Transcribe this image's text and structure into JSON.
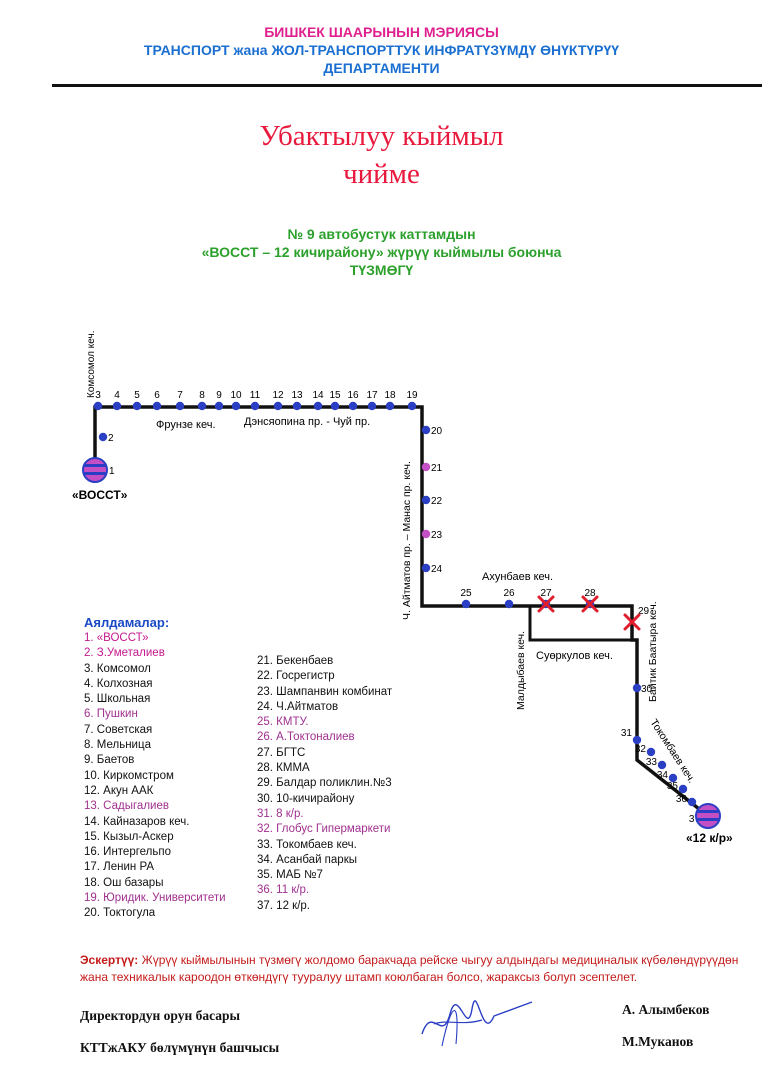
{
  "header": {
    "line1": "БИШКЕК ШААРЫНЫН МЭРИЯСЫ",
    "line2": "ТРАНСПОРТ жана ЖОЛ-ТРАНСПОРТТУК ИНФРАТҮЗҮМДҮ ӨНҮКТҮРҮҮ",
    "line3": "ДЕПАРТАМЕНТИ"
  },
  "title": {
    "line1": "Убактылуу кыймыл",
    "line2": "чийме"
  },
  "subtitle": {
    "line1": "№ 9 автобустук каттамдын",
    "line2": "«ВОССТ – 12 кичирайону» жүрүү кыймылы боюнча",
    "line3": "ТҮЗМӨГҮ"
  },
  "map": {
    "streets": {
      "komsomol": "Комсомол кеч.",
      "frunze": "Фрунзе кеч.",
      "dzerzhinka": "Дэнсяопина пр. - Чуй пр.",
      "aitmatov": "Ч. Айтматов пр. – Манас пр. кеч.",
      "akhunbaev": "Ахунбаев кеч.",
      "maldybaev": "Малдыбаев кеч.",
      "suyorkulov": "Суөркулов кеч.",
      "baitik": "Байтик Баатыра кеч.",
      "tokombaev": "Токомбаев кеч."
    },
    "terminals": {
      "start": "«ВОССТ»",
      "end": "«12 к/р»"
    },
    "stop_numbers": [
      "1",
      "2",
      "3",
      "4",
      "5",
      "6",
      "7",
      "8",
      "9",
      "10",
      "11",
      "12",
      "13",
      "14",
      "15",
      "16",
      "17",
      "18",
      "19",
      "20",
      "21",
      "22",
      "23",
      "24",
      "25",
      "26",
      "27",
      "28",
      "29",
      "30",
      "31",
      "32",
      "33",
      "34",
      "35",
      "36",
      "37"
    ],
    "closed_stops": [
      "27",
      "28",
      "29"
    ],
    "colors": {
      "route": "#111111",
      "stop": "#2a3fc4",
      "stop_alt": "#c44fc4",
      "closed": "#e01e2e"
    }
  },
  "legend": {
    "title": "Аялдамалар:",
    "col1": [
      {
        "text": "1. «ВОССТ»",
        "color": "#c41a8f"
      },
      {
        "text": "2.  З.Уметалиев",
        "color": "#c41a8f"
      },
      {
        "text": "3. Комсомол",
        "color": "#111111"
      },
      {
        "text": "4. Колхозная",
        "color": "#111111"
      },
      {
        "text": "5. Школьная",
        "color": "#111111"
      },
      {
        "text": "6. Пушкин",
        "color": "#a0308f"
      },
      {
        "text": "7. Советская",
        "color": "#111111"
      },
      {
        "text": "8. Мельница",
        "color": "#111111"
      },
      {
        "text": "9. Баетов",
        "color": "#111111"
      },
      {
        "text": "10. Киркомстром",
        "color": "#111111"
      },
      {
        "text": "12. Акун ААК",
        "color": "#111111"
      },
      {
        "text": "13. Садыгалиев",
        "color": "#a0308f"
      },
      {
        "text": "14. Кайназаров кеч.",
        "color": "#111111"
      },
      {
        "text": "15. Кызыл-Аскер",
        "color": "#111111"
      },
      {
        "text": "16. Интергельпо",
        "color": "#111111"
      },
      {
        "text": "17. Ленин РА",
        "color": "#111111"
      },
      {
        "text": "18. Ош базары",
        "color": "#111111"
      },
      {
        "text": "19. Юридик. Университети",
        "color": "#a0308f"
      },
      {
        "text": "20. Токтогула",
        "color": "#111111"
      }
    ],
    "col2": [
      {
        "text": "21. Бекенбаев",
        "color": "#111111"
      },
      {
        "text": "22. Госрегистр",
        "color": "#111111"
      },
      {
        "text": "23. Шампанвин комбинат",
        "color": "#111111"
      },
      {
        "text": "24. Ч.Айтматов",
        "color": "#111111"
      },
      {
        "text": "25. КМТУ.",
        "color": "#a0308f"
      },
      {
        "text": "26. А.Токтоналиев",
        "color": "#a0308f"
      },
      {
        "text": "27. БГТС",
        "color": "#111111"
      },
      {
        "text": "28. КММА",
        "color": "#111111"
      },
      {
        "text": "29. Балдар поликлин.№3",
        "color": "#111111"
      },
      {
        "text": "30. 10-кичирайону",
        "color": "#111111"
      },
      {
        "text": "31. 8 к/р.",
        "color": "#a0308f"
      },
      {
        "text": "32. Глобус Гипермаркети",
        "color": "#a0308f"
      },
      {
        "text": "33. Токомбаев кеч.",
        "color": "#111111"
      },
      {
        "text": "34. Асанбай паркы",
        "color": "#111111"
      },
      {
        "text": "35. МАБ №7",
        "color": "#111111"
      },
      {
        "text": "36. 11 к/р.",
        "color": "#a0308f"
      },
      {
        "text": "37. 12 к/р.",
        "color": "#111111"
      }
    ]
  },
  "note": {
    "label": "Эскертүү:",
    "text": " Жүрүү кыймылынын түзмөгү жолдомо баракчада рейске чыгуу алдындагы медициналык күбөлөндүрүүдөн жана техникалык кароодон өткөндүгү тууралуу штамп коюлбаган болсо, жараксыз болуп эсептелет."
  },
  "signatures": {
    "left1": "Директордун орун басары",
    "left2": "КТТжАКУ  бөлүмүнүн башчысы",
    "right1": "А. Алымбеков",
    "right2": "М.Муканов"
  }
}
